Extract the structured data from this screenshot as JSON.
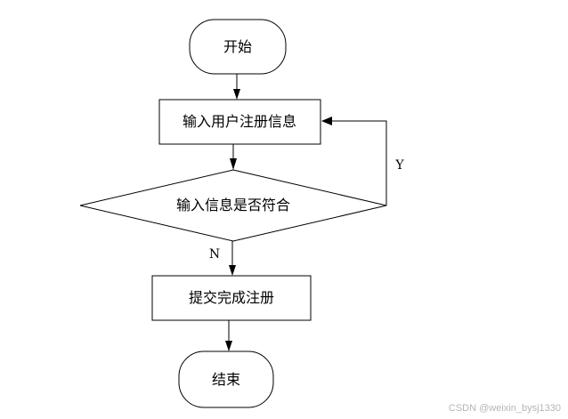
{
  "nodes": {
    "start": "开始",
    "input": "输入用户注册信息",
    "decision": "输入信息是否符合",
    "submit": "提交完成注册",
    "end": "结束"
  },
  "edges": {
    "yes": "Y",
    "no": "N"
  },
  "watermark": "CSDN @weixin_bysj1330"
}
